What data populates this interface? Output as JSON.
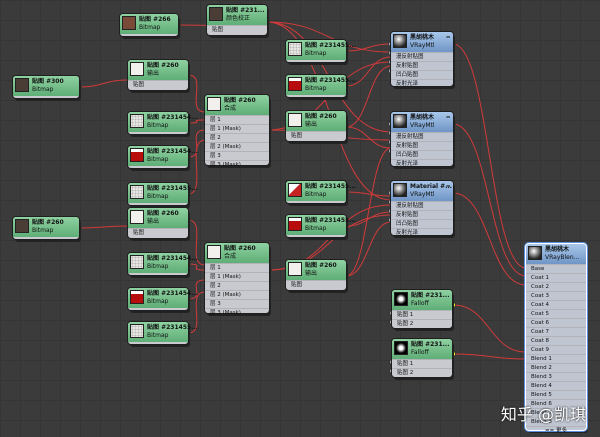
{
  "nodes": {
    "n_tex266": {
      "title": "贴图 #266",
      "subtitle": "Bitmap"
    },
    "n_color": {
      "title": "贴图 #231...",
      "subtitle": "颜色校正",
      "ports": [
        "贴图"
      ]
    },
    "n_bmp_left1": {
      "title": "贴图 #300",
      "subtitle": "Bitmap"
    },
    "n_out1": {
      "title": "贴图 #260",
      "subtitle": "输出",
      "ports": [
        "贴图"
      ]
    },
    "n_bmp_a": {
      "title": "贴图 #231454...",
      "subtitle": "Bitmap"
    },
    "n_bmp_b": {
      "title": "贴图 #231454...",
      "subtitle": "Bitmap"
    },
    "n_bmp_c": {
      "title": "贴图 #231455...",
      "subtitle": "Bitmap"
    },
    "n_comp1": {
      "title": "贴图 #260",
      "subtitle": "合成",
      "ports": [
        "层 1",
        "层 1 (Mask)",
        "层 2",
        "层 2 (Mask)",
        "层 3",
        "层 3 (Mask)"
      ]
    },
    "n_bmp_left2": {
      "title": "贴图 #260",
      "subtitle": "Bitmap"
    },
    "n_out2": {
      "title": "贴图 #260",
      "subtitle": "输出",
      "ports": [
        "贴图"
      ]
    },
    "n_bmp_d": {
      "title": "贴图 #231454...",
      "subtitle": "Bitmap"
    },
    "n_bmp_e": {
      "title": "贴图 #231454...",
      "subtitle": "Bitmap"
    },
    "n_bmp_f": {
      "title": "贴图 #231455...",
      "subtitle": "Bitmap"
    },
    "n_comp2": {
      "title": "贴图 #260",
      "subtitle": "合成",
      "ports": [
        "层 1",
        "层 1 (Mask)",
        "层 2",
        "层 2 (Mask)",
        "层 3",
        "层 3 (Mask)"
      ]
    },
    "n_m1": {
      "title": "贴图 #231455...",
      "subtitle": "Bitmap"
    },
    "n_m2": {
      "title": "贴图 #231455...",
      "subtitle": "Bitmap"
    },
    "n_m3": {
      "title": "贴图 #260",
      "subtitle": "输出",
      "ports": [
        "贴图"
      ]
    },
    "n_m4": {
      "title": "贴图 #231455...",
      "subtitle": "Bitmap"
    },
    "n_m5": {
      "title": "贴图 #231455...",
      "subtitle": "Bitmap"
    },
    "n_m6": {
      "title": "贴图 #260",
      "subtitle": "输出",
      "ports": [
        "贴图"
      ]
    },
    "n_vray1": {
      "title": "黑胡桃木",
      "subtitle": "VRayMtl",
      "ports": [
        "漫反射贴图",
        "反射贴图",
        "凹凸贴图",
        "反射光泽"
      ]
    },
    "n_vray2": {
      "title": "黑胡桃木",
      "subtitle": "VRayMtl",
      "ports": [
        "漫反射贴图",
        "反射贴图",
        "凹凸贴图",
        "反射光泽"
      ]
    },
    "n_vray3": {
      "title": "Material #...",
      "subtitle": "VRayMtl",
      "ports": [
        "漫反射贴图",
        "反射贴图",
        "凹凸贴图",
        "反射光泽"
      ]
    },
    "n_fall1": {
      "title": "贴图 #231...",
      "subtitle": "Falloff",
      "ports": [
        "贴图 1",
        "贴图 2"
      ]
    },
    "n_fall2": {
      "title": "贴图 #231...",
      "subtitle": "Falloff",
      "ports": [
        "贴图 1",
        "贴图 2"
      ]
    },
    "n_blend": {
      "title": "黑胡桃木",
      "subtitle": "VRayBlen...",
      "ports": [
        "Base",
        "Coat 1",
        "Coat 2",
        "Coat 3",
        "Coat 4",
        "Coat 5",
        "Coat 6",
        "Coat 7",
        "Coat 8",
        "Coat 9",
        "Blend 1",
        "Blend 2",
        "Blend 3",
        "Blend 4",
        "Blend 5",
        "Blend 6",
        "Blend 7",
        "Blend 8"
      ],
      "footer": "== 更多"
    }
  },
  "watermark": "知乎 @凯琪"
}
